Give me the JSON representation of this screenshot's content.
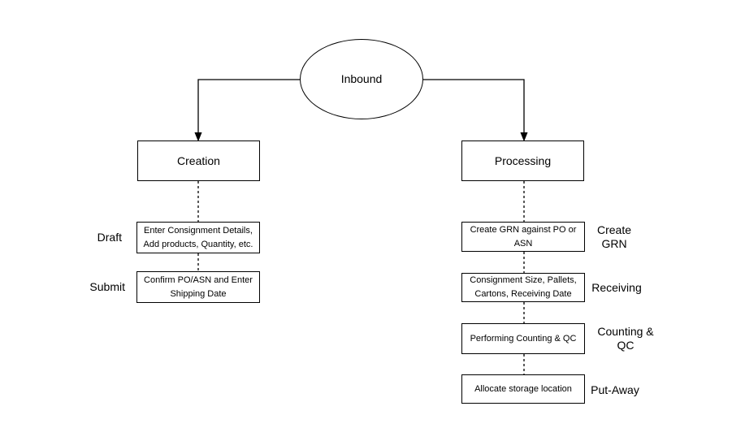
{
  "canvas": {
    "background": "#ffffff",
    "stroke_color": "#000000",
    "text_color": "#000000"
  },
  "flowchart": {
    "root": {
      "label": "Inbound"
    },
    "branches": {
      "creation": {
        "label": "Creation",
        "steps": [
          {
            "side_label": "Draft",
            "text": "Enter Consignment Details,\nAdd products, Quantity, etc."
          },
          {
            "side_label": "Submit",
            "text": "Confirm PO/ASN and Enter\nShipping Date"
          }
        ]
      },
      "processing": {
        "label": "Processing",
        "steps": [
          {
            "side_label": "Create\nGRN",
            "text": "Create GRN against PO or\nASN"
          },
          {
            "side_label": "Receiving",
            "text": "Consignment Size, Pallets,\nCartons, Receiving Date"
          },
          {
            "side_label": "Counting &\nQC",
            "text": "Performing Counting & QC"
          },
          {
            "side_label": "Put-Away",
            "text": "Allocate storage location"
          }
        ]
      }
    }
  }
}
